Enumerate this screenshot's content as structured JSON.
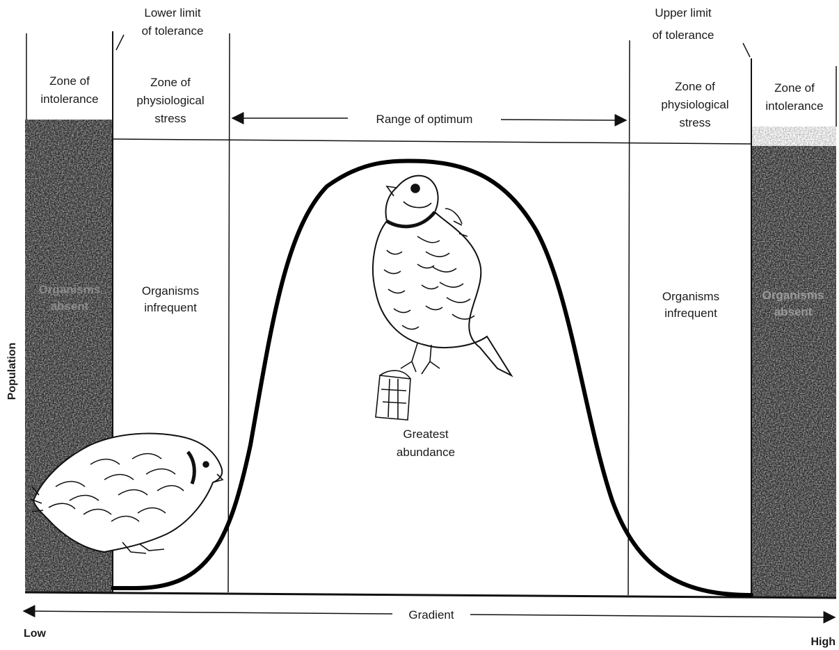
{
  "diagram": {
    "left_limit_label_line1": "Lower limit",
    "left_limit_label_line2": "of tolerance",
    "right_limit_label_line1": "Upper limit",
    "right_limit_label_line2": "of tolerance",
    "zones": {
      "left_intolerance_line1": "Zone of",
      "left_intolerance_line2": "intolerance",
      "left_stress_line1": "Zone of",
      "left_stress_line2": "physiological",
      "left_stress_line3": "stress",
      "right_stress_line1": "Zone of",
      "right_stress_line2": "physiological",
      "right_stress_line3": "stress",
      "right_intolerance_line1": "Zone of",
      "right_intolerance_line2": "intolerance"
    },
    "range_of_optimum": "Range of optimum",
    "left_absent_line1": "Organisms",
    "left_absent_line2": "absent",
    "right_absent_line1": "Organisms",
    "right_absent_line2": "absent",
    "left_infrequent_line1": "Organisms",
    "left_infrequent_line2": "infrequent",
    "right_infrequent_line1": "Organisms",
    "right_infrequent_line2": "infrequent",
    "greatest_line1": "Greatest",
    "greatest_line2": "abundance",
    "y_axis_label": "Population",
    "x_axis_label": "Gradient",
    "x_low": "Low",
    "x_high": "High"
  },
  "colors": {
    "ink": "#111111",
    "dark_zone": "#262626",
    "background": "#ffffff"
  },
  "icons": [
    "quail-upright-illustration",
    "quail-crouched-illustration"
  ]
}
